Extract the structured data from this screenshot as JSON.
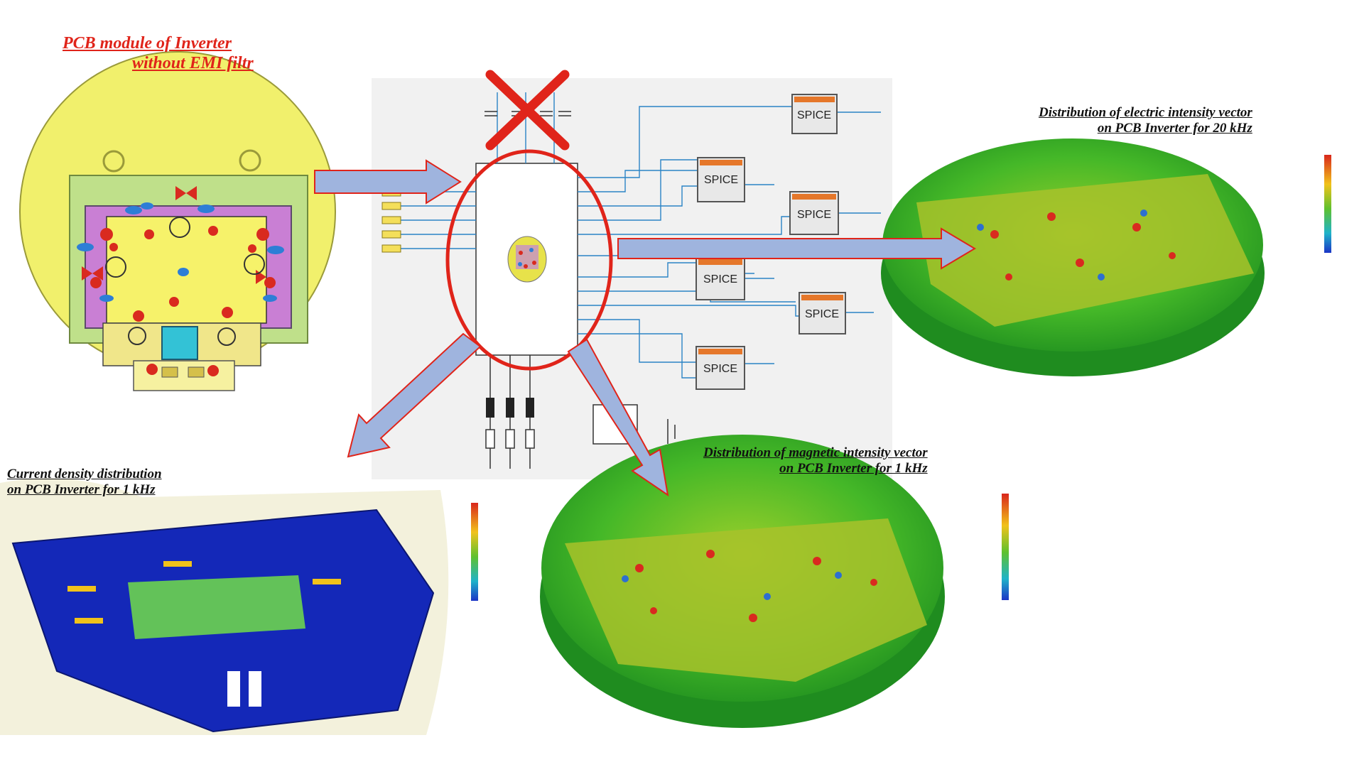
{
  "captions": {
    "pcb_module": {
      "line1": "PCB module of  Inverter",
      "line2": "without EMI filtr",
      "color": "#e0241a"
    },
    "electric": {
      "line1": "Distribution of electric intensity vector",
      "line2": "on PCB Inverter for 20 kHz"
    },
    "current": {
      "line1": "Current density distribution",
      "line2": "on PCB Inverter for 1 kHz"
    },
    "magnetic": {
      "line1": "Distribution of magnetic intensity vector",
      "line2": "on PCB Inverter for 1 kHz"
    }
  },
  "schematic": {
    "spice_blocks": [
      "SPICE",
      "SPICE",
      "SPICE",
      "SPICE",
      "SPICE",
      "SPICE"
    ],
    "removed_mark": "X"
  },
  "colors": {
    "arrow_fill": "#9fb4de",
    "arrow_stroke": "#e0241a",
    "highlight_ellipse": "#e0241a",
    "pcb_yellow": "#f3f36a",
    "field_green": "#2fb52a",
    "field_blue": "#1c2fc9"
  }
}
